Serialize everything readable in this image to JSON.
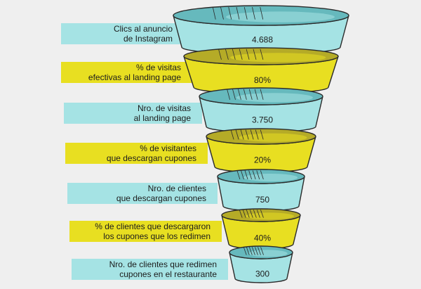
{
  "colors": {
    "background": "#efefef",
    "cyan": "#a5e3e4",
    "cyan_inner": "#66b9bd",
    "yellow": "#e8df21",
    "yellow_inner": "#b5ab27",
    "outline": "#2a2a2a"
  },
  "stages": [
    {
      "label_lines": [
        "Clics al anuncio",
        "de Instagram"
      ],
      "value": "4.688",
      "color": "cyan"
    },
    {
      "label_lines": [
        "% de visitas",
        "efectivas al landing page"
      ],
      "value": "80%",
      "color": "yellow"
    },
    {
      "label_lines": [
        "Nro. de visitas",
        "al landing page"
      ],
      "value": "3.750",
      "color": "cyan"
    },
    {
      "label_lines": [
        "% de visitantes",
        "que descargan cupones"
      ],
      "value": "20%",
      "color": "yellow"
    },
    {
      "label_lines": [
        "Nro. de clientes",
        "que descargan cupones"
      ],
      "value": "750",
      "color": "cyan"
    },
    {
      "label_lines": [
        "% de clientes que descargaron",
        "los cupones que los redimen"
      ],
      "value": "40%",
      "color": "yellow"
    },
    {
      "label_lines": [
        "Nro. de clientes que redimen",
        "cupones en el restaurante"
      ],
      "value": "300",
      "color": "cyan"
    }
  ]
}
